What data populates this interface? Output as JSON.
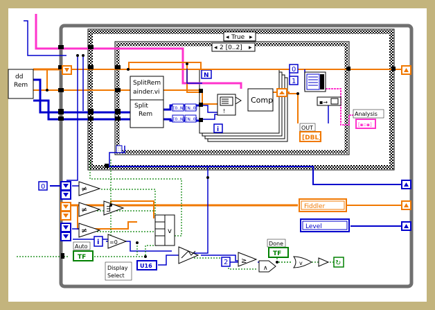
{
  "case_structures": {
    "outer_selector": "True",
    "inner_selector": "2 [0..2]"
  },
  "subvi": {
    "name": "SplitRemainder.vi",
    "name_line1": "SplitRem",
    "name_line2": "ainder.vi",
    "terminal_line1": "Split",
    "terminal_line2": "Rem"
  },
  "left_subvi": {
    "line1": "dd",
    "line2": "Rem"
  },
  "for_loop": {
    "count_label": "N",
    "index_label": "i"
  },
  "nodes": {
    "comp": "Comp",
    "analysis": "Analysis",
    "analysis_cluster": "[▪▫▪]",
    "array_index_0": "[0..N]",
    "array_index_1": "[N..0]",
    "build_array_label": "!",
    "fiddler": "Fiddler",
    "level": "Level",
    "display_select_line1": "Display",
    "display_select_line2": "Select",
    "auto": "Auto",
    "done": "Done",
    "out": "OUT"
  },
  "constants": {
    "index_0": "0",
    "index_1": "1",
    "numeric_0": "0",
    "numeric_2": "2",
    "equals_zero": "=0",
    "i_label": "i",
    "or_label": "v",
    "exists_label": "∃"
  },
  "datatypes": {
    "dbl": "[DBL]",
    "tf_auto": "TF",
    "tf_done": "TF",
    "u16": "U16"
  },
  "colors": {
    "background": "#c3b47d",
    "diagram": "#ffffff",
    "blue_wire": "#0000cc",
    "orange_wire": "#f07800",
    "pink_wire": "#ff33cc",
    "green_wire": "#008000",
    "frame_gray": "#707070"
  }
}
